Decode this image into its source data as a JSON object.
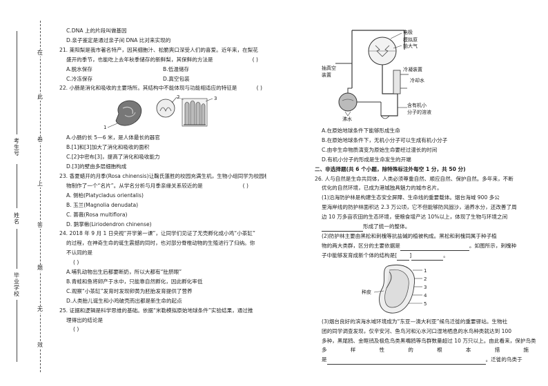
{
  "binding": {
    "field_exam_no": "考生号",
    "field_name": "姓名",
    "field_school": "毕业学校",
    "dash_chars": [
      "在",
      "此",
      "卷",
      "上",
      "答",
      "题",
      "无",
      "效"
    ]
  },
  "left_column": {
    "q20_opt_c": "C.DNA 上的片段叫做基因",
    "q20_opt_d": "D.亲子鉴定是通过亲子间 DNA 比对来实现的",
    "q21_line1": "21. 莱阳梨是我市著名特产，因其细胞汁、松脆爽口深受人们的喜爱。近年来，在梨花",
    "q21_line2": "盛开的季节，也能吃上去年秋季储存的新鲜梨，其保鲜的方法是",
    "q21_paren": "(        )",
    "q21_a": "A.脱水保存",
    "q21_b": "B.低温储存",
    "q21_c": "C.冷冻保存",
    "q21_d": "D.真空包装",
    "q22_line1": "22. 小肠是消化和吸收的主要场所。其结构中不能体现与功能相适应的特征是",
    "q22_paren": "(        )",
    "q22_labels": [
      "1",
      "2",
      "3"
    ],
    "q22_a": "A.小肠约长 5—6 米，是人体最长的器官",
    "q22_b": "B.[1]和[3]加大了消化和吸收的面积",
    "q22_c": "C.[2]中密布[3]，提高了消化和吸收能力",
    "q22_d": "D.[3]的壁由多层细胞构成",
    "q23_line1": "23. 香夏蜡开的月季(Rosa chinensis)让鞠氏蓬胜的校园充满生机，生物小组同学为校园植",
    "q23_line2": "物制作了一个“名片”。从学名分析与月季亲缘关系较近的是",
    "q23_paren": "(        )",
    "q23_a": "A. 侧柏(Platycladus orientalis)",
    "q23_b": "B. 玉兰(Magnolia denudata)",
    "q23_c": "C. 蔷薇(Rosa multiflora)",
    "q23_d": "D. 鹅掌楸(Liriodendron chinense)",
    "q24_line1": "24. 2018 年 9 月 1 日央视“开学第一课”，让同学们见证了无壳孵化成小鸡“小茶缸”",
    "q24_line2": "的过程，在神奇生命的诞生震撼的同时，也对部分脊椎动物的生殖进行了归纳。你",
    "q24_line3": "不认同的是",
    "q24_paren": "(        )",
    "q24_a": "A.哺乳动物出生后都要断奶，所以大都有“肚脐眼”",
    "q24_b": "B.青蛙和鱼将卵产于水中，只能靠自然孵化，因此孵化率低",
    "q24_c": "C.观察“小茶缸”发育时发现卵黄为胚胎发育提供了营养",
    "q24_d": "D.人类胎儿诞生和小鸡破壳而出都是新生命的起点",
    "q25_line1": "25. 证据和逻辑是科学思维的基础。依据“米勒模拟原始地球条件”实验结果，通过推",
    "q25_line2": "理得出的结论是",
    "q25_paren": "(        )"
  },
  "right_column": {
    "diagram_labels": {
      "electrode": "电极",
      "sim_atmosphere_1": "模拟原",
      "sim_atmosphere_2": "始大气",
      "vacuum_1": "抽真空",
      "vacuum_2": "装置",
      "condenser": "冷凝装置",
      "cooling_water": "冷却水",
      "boiling_water": "沸水",
      "solution_1": "含有机小",
      "solution_2": "分子的溶液"
    },
    "q25_a": "A.在原始地球条件下能够形成生命",
    "q25_b": "B.在原始地球条件下，无机小分子可以生成有机小分子",
    "q25_c": "C.由非生命物质演变为原始生命要经过漫长的时间",
    "q25_d": "D.有机小分子的形成是生命发生的开端",
    "section2": "二、非选择题(共 6 个小题，除特殊标注外每空 1 分，共 50 分)",
    "q26_line1": "26. 人与自然是生命共同体，人类必须尊重自然、顺应自然、保护自然。多年来，不断",
    "q26_line2": "优化的自然环境，已成为港城独具魅力的城市名片。",
    "q26_1_line1": "(1)沿海防护林是构建生态安全屏障、生命线的重要载体。烟台海域 900 多公",
    "q26_1_line2": "里海岸线的防护林面积达 2.3 万公顷，它不但能够防风固沙，涵养水分，还改善了周",
    "q26_1_line3": "边 10 万多亩农田的生态环境，使粮食增产达 10%以上，体现了生物与环境之间",
    "q26_1_line4": "形成了统一的整体。",
    "q26_2_line1": "(2)防护林主要由黑松和刺槐等抗盐碱的植被构成。黑松和刺槐同属于种子植",
    "q26_2_line2a": "物的两大类群，区分的主要依据是",
    "q26_2_line2b": "。如图所示，刺槐种",
    "q26_2_line3a": "子中能够发育成新个体的结构是[",
    "q26_2_line3b": "]",
    "q26_2_line3c": "。",
    "seed_label": "种皮",
    "seed_nums": [
      "1",
      "2",
      "3",
      "4",
      "5"
    ],
    "q26_3_line1": "(3)烟台良好的滨海水域环境成为“东亚—澳大利亚”候鸟迁徙的重要驿站。生物社",
    "q26_3_line2": "团的同学调查发现，仅辛安河、鱼鸟河和沁水河口湿地栖息的水鸟种类就达到 100",
    "q26_3_line3": "多种，黑尾鸥、金眶鸻及极危鸟类黑嘴鸥等鸟群数量超过 10 万只以上。由此看来，保护鸟类",
    "q26_3_line4_chars": [
      "多",
      "样",
      "性",
      "的",
      "根",
      "本",
      "措",
      "施"
    ],
    "q26_3_line5a": "是",
    "q26_3_line5b": "。迁徙的鸟类于"
  }
}
